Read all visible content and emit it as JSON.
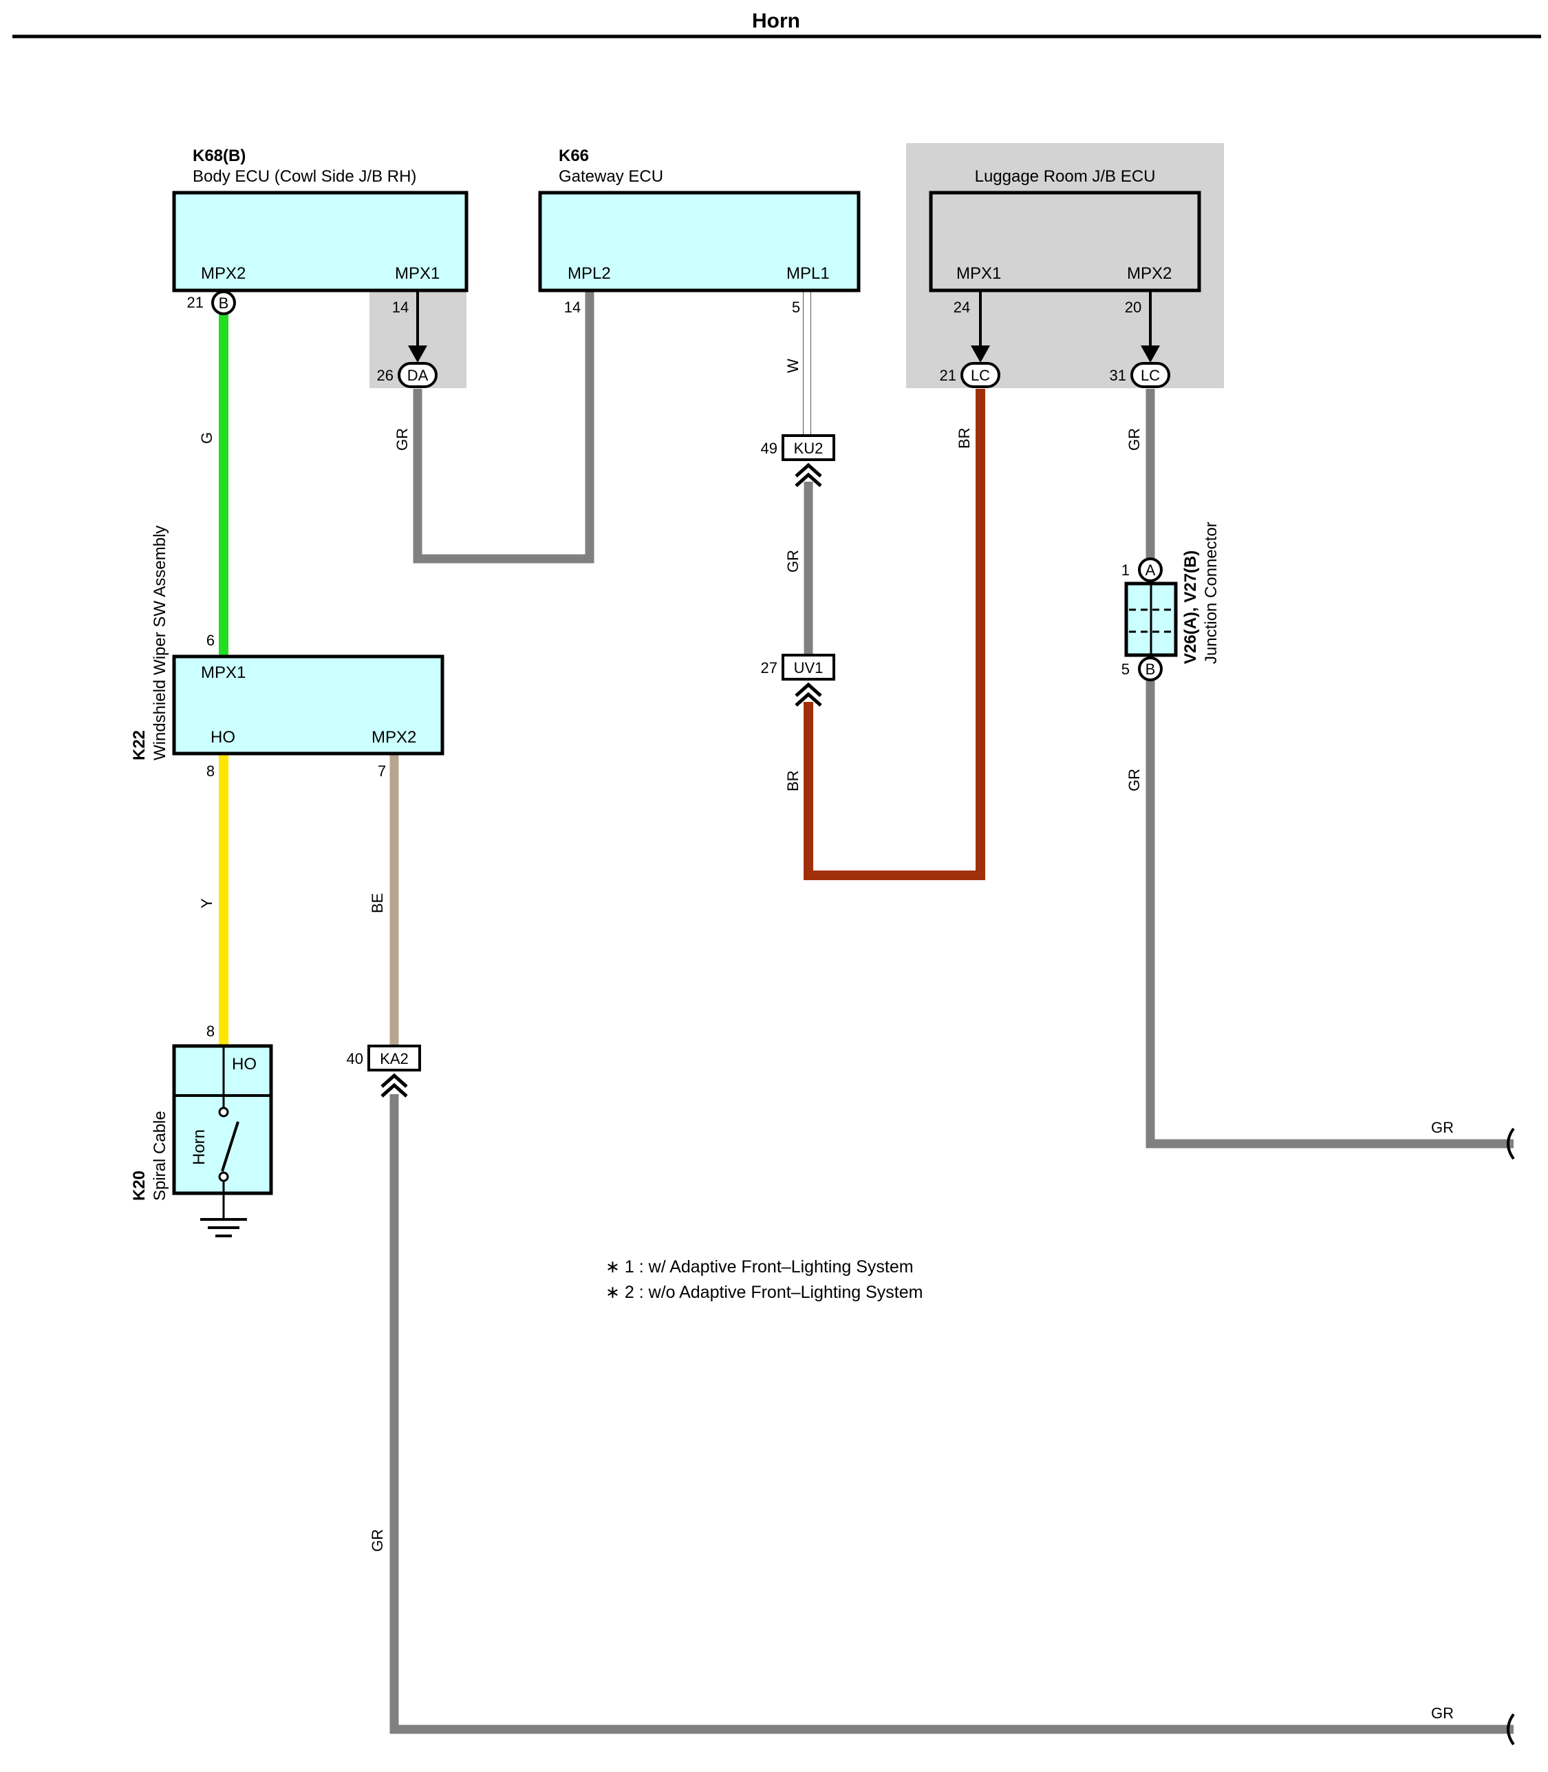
{
  "title": "Horn",
  "components": {
    "body_ecu": {
      "code": "K68(B)",
      "name": "Body ECU (Cowl Side J/B RH)",
      "term_left": "MPX2",
      "term_right": "MPX1",
      "pin_left": "21",
      "pin_left_conn": "B",
      "pin_right": "14",
      "jc_pin": "26",
      "jc_name": "DA"
    },
    "gateway_ecu": {
      "code": "K66",
      "name": "Gateway ECU",
      "term_left": "MPL2",
      "term_right": "MPL1",
      "pin_left": "14",
      "pin_right": "5"
    },
    "luggage_ecu": {
      "name": "Luggage Room J/B ECU",
      "term_left": "MPX1",
      "term_right": "MPX2",
      "pin_left": "24",
      "pin_right": "20",
      "jc_left_pin": "21",
      "jc_left_name": "LC",
      "jc_right_pin": "31",
      "jc_right_name": "LC"
    },
    "wiper_sw": {
      "code": "K22",
      "name": "Windshield Wiper SW Assembly",
      "term_top": "MPX1",
      "term_left": "HO",
      "term_right": "MPX2",
      "pin_top": "6",
      "pin_left": "8",
      "pin_right": "7"
    },
    "spiral_cable": {
      "code": "K20",
      "name": "Spiral Cable",
      "term": "HO",
      "switch_label": "Horn",
      "pin": "8"
    },
    "junction_conn": {
      "code": "V26(A), V27(B)",
      "name": "Junction Connector",
      "pin_top": "1",
      "conn_top": "A",
      "pin_bottom": "5",
      "conn_bottom": "B"
    }
  },
  "connectors": {
    "ku2": {
      "name": "KU2",
      "pin": "49"
    },
    "uv1": {
      "name": "UV1",
      "pin": "27"
    },
    "ka2": {
      "name": "KA2",
      "pin": "40"
    }
  },
  "wires": {
    "g": {
      "label": "G",
      "color": "#22dd22"
    },
    "gr_da": {
      "label": "GR",
      "color": "#808080"
    },
    "w": {
      "label": "W",
      "color": "#ffffff"
    },
    "gr_ku": {
      "label": "GR",
      "color": "#808080"
    },
    "br_uv": {
      "label": "BR",
      "color": "#a0300a"
    },
    "br_lc": {
      "label": "BR",
      "color": "#a0300a"
    },
    "gr_lc": {
      "label": "GR",
      "color": "#808080"
    },
    "gr_v": {
      "label": "GR",
      "color": "#808080"
    },
    "gr_right_upper": {
      "label": "GR",
      "color": "#808080"
    },
    "y": {
      "label": "Y",
      "color": "#ffe600"
    },
    "be": {
      "label": "BE",
      "color": "#b8a590"
    },
    "gr_ka": {
      "label": "GR",
      "color": "#808080"
    },
    "gr_right_lower": {
      "label": "GR",
      "color": "#808080"
    }
  },
  "colors": {
    "component_fill": "#ccffff",
    "shade": "#d3d3d3"
  },
  "notes": {
    "n1": "∗ 1 : w/ Adaptive Front–Lighting System",
    "n2": "∗ 2 : w/o Adaptive Front–Lighting System"
  }
}
